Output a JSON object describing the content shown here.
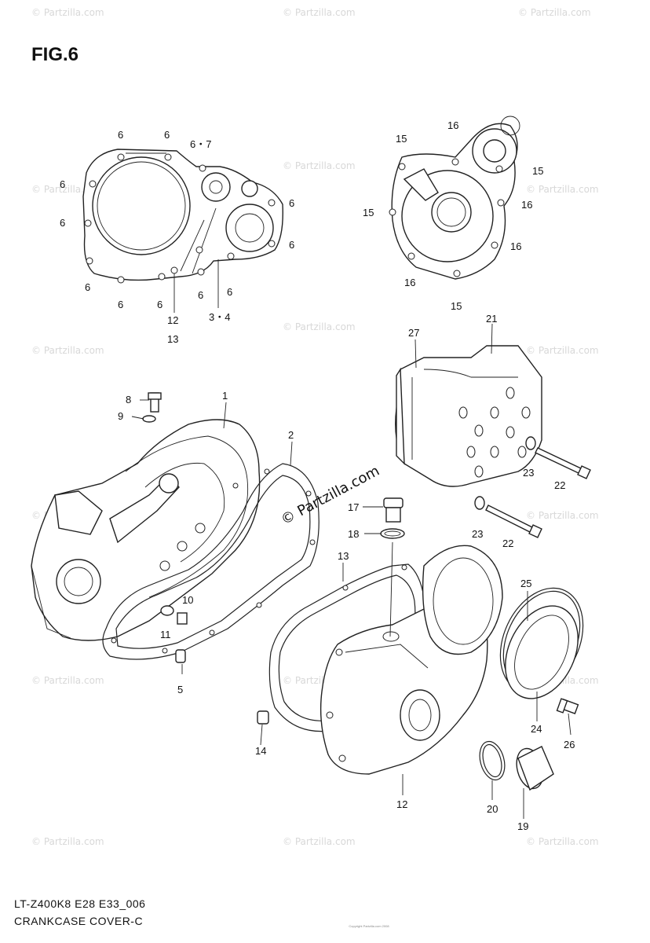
{
  "figure": {
    "title": "FIG.6",
    "model_code": "LT-Z400K8 E28 E33_006",
    "caption": "CRANKCASE COVER-C",
    "copyright": "Copyright Partzilla.com 2008"
  },
  "watermark": {
    "text": "© Partzilla.com",
    "center_text": "© Partzilla.com"
  },
  "callouts": {
    "c1": "1",
    "c2": "2",
    "c3_4": "3・4",
    "c5": "5",
    "c6a": "6",
    "c6b": "6",
    "c6_7": "6・7",
    "c6c": "6",
    "c6d": "6",
    "c6e": "6",
    "c6f": "6",
    "c6g": "6",
    "c6h": "6",
    "c6i": "6",
    "c6j": "6",
    "c6k": "6",
    "c8": "8",
    "c9": "9",
    "c10": "10",
    "c11": "11",
    "c12a": "12",
    "c12b": "12",
    "c13a": "13",
    "c13b": "13",
    "c14": "14",
    "c15a": "15",
    "c15b": "15",
    "c15c": "15",
    "c15d": "15",
    "c16a": "16",
    "c16b": "16",
    "c16c": "16",
    "c16d": "16",
    "c17": "17",
    "c18": "18",
    "c19": "19",
    "c20": "20",
    "c21": "21",
    "c22a": "22",
    "c22b": "22",
    "c23a": "23",
    "c23b": "23",
    "c24": "24",
    "c25": "25",
    "c26": "26",
    "c27": "27"
  }
}
